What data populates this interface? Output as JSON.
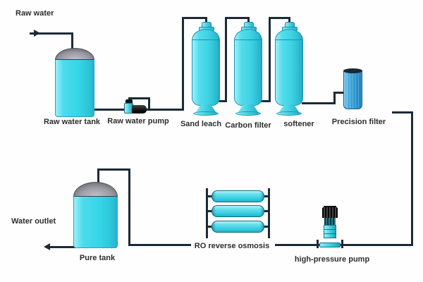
{
  "diagram": {
    "type": "process-flow",
    "labels": {
      "feed": "Raw water",
      "raw_water_tank": "Raw water tank",
      "raw_water_pump": "Raw water pump",
      "sand_leach": "Sand leach",
      "carbon_filter": "Carbon filter",
      "softener": "softener",
      "precision_filter": "Precision filter",
      "water_outlet": "Water outlet",
      "pure_tank": "Pure tank",
      "ro": "RO reverse osmosis",
      "hp_pump": "high-pressure pump"
    },
    "colors": {
      "background": "#fefefe",
      "vessel_cyan": "#3ed2e3",
      "vessel_edge": "#1d93ae",
      "tank_dome_gray": "#9a9aa4",
      "precision_filter_blue": "#2f97cf",
      "pipe": "#1c2a38",
      "text": "#2d2d2d"
    }
  }
}
